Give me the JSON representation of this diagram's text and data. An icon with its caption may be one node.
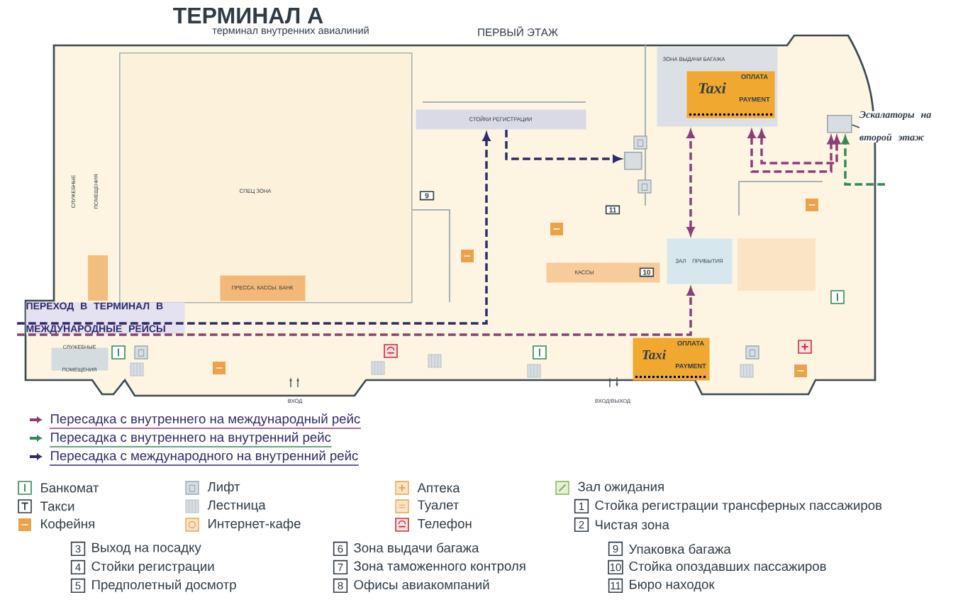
{
  "diagram": {
    "title": "ТЕРМИНАЛ А",
    "nodes": [
      {
        "text": [
          "ЗОНА ВЫДАЧИ БАГАЖА"
        ]
      },
      {
        "text": [
          "Taxi",
          "ОПЛАТА PAYMENT"
        ],
        "in": 0
      },
      {
        "text": [
          "СТОЙКИ РЕГИСТРАЦИИ"
        ]
      },
      {
        "text": [
          "СЛУЖЕБНЫЕ ПОМЕЩЕНИЯ"
        ]
      },
      {
        "text": [
          "СПЕЦ ЗОНА"
        ]
      },
      {
        "text": [
          "ПРЕССА, КАССЫ, БАНК"
        ],
        "in": 4
      },
      {
        "text": [
          "КАССЫ"
        ]
      },
      {
        "text": [
          "ЗАЛ ПРИБЫТИЯ"
        ]
      },
      {
        "text": [
          "СЛУЖЕБНЫЕ ПОМЕЩЕНИЯ"
        ]
      },
      {
        "text": [
          "Taxi",
          "ОПЛАТА PAYMENT"
        ]
      },
      {
        "text": [
          "ПЕРЕХОД В ТЕРМИНАЛ В МЕЖДУНАРОДНЫЕ РЕЙСЫ"
        ]
      },
      {
        "text": [],
        "shape": "box"
      },
      {
        "text": [
          "Эскалаторы на второй этаж"
        ]
      },
      {
        "text": [],
        "shape": "box"
      }
    ],
    "edges": [
      {
        "from": 10,
        "to": 2,
        "arrow": "to",
        "style": "dashed",
        "color": "#2e2a6b"
      },
      {
        "from": 2,
        "to": 13,
        "arrow": "to",
        "style": "dashed",
        "color": "#2e2a6b"
      },
      {
        "from": 10,
        "to": 7,
        "arrow": "to",
        "style": "dashed",
        "color": "#8b3f7a"
      },
      {
        "from": 7,
        "to": 0,
        "arrow": "both",
        "style": "dashed",
        "color": "#8b3f7a"
      },
      {
        "from": 0,
        "to": 11,
        "arrow": "both",
        "style": "dashed",
        "color": "#8b3f7a"
      },
      {
        "from": 0,
        "to": 11,
        "arrow": "both",
        "style": "dashed",
        "color": "#8b3f7a"
      },
      {
        "from": null,
        "to": 11,
        "arrow": "to",
        "style": "dashed",
        "color": "#2e8b57"
      },
      {
        "from": 12,
        "to": 11,
        "arrow": "none"
      }
    ],
    "labels": [
      "терминал внутренних авиалиний",
      "ПЕРВЫЙ ЭТАЖ",
      "9",
      "11",
      "10",
      "ВХОД",
      "ВХОД/ВЫХОД",
      "1",
      "2",
      "3",
      "4",
      "5",
      "6",
      "7",
      "8",
      "9",
      "10",
      "11"
    ],
    "legend": [
      {
        "text": "Пересадка с внутреннего на международный рейс",
        "color": "#8b3f7a"
      },
      {
        "text": "Пересадка с внутреннего на внутренний рейс",
        "color": "#2e8b57"
      },
      {
        "text": "Пересадка с международного на внутренний рейс",
        "color": "#2e2a6b"
      },
      {
        "text": "Банкомат"
      },
      {
        "text": "Такси"
      },
      {
        "text": "Кофейня"
      },
      {
        "text": "Лифт"
      },
      {
        "text": "Лестница"
      },
      {
        "text": "Интернет-кафе"
      },
      {
        "text": "Аптека"
      },
      {
        "text": "Туалет"
      },
      {
        "text": "Телефон"
      },
      {
        "text": "Зал ожидания"
      },
      {
        "text": "Стойка регистрации трансферных пассажиров"
      },
      {
        "text": "Чистая зона"
      },
      {
        "text": "Выход на посадку"
      },
      {
        "text": "Стойки регистрации"
      },
      {
        "text": "Предполетный досмотр"
      },
      {
        "text": "Зона выдачи багажа"
      },
      {
        "text": "Зона таможенного контроля"
      },
      {
        "text": "Офисы авиакомпаний"
      },
      {
        "text": "Упаковка багажа"
      },
      {
        "text": "Стойка опоздавших пассажиров"
      },
      {
        "text": "Бюро находок"
      }
    ]
  }
}
